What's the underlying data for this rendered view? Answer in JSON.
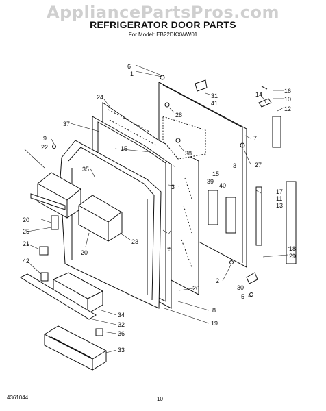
{
  "header": {
    "watermark": "AppliancePartsPros.com",
    "title": "REFRIGERATOR DOOR PARTS",
    "subtitle": "For Model: EB22DKXWW01"
  },
  "footer": {
    "doc_number": "4361044",
    "page_number": "10"
  },
  "callouts": [
    {
      "id": "c6",
      "text": "6"
    },
    {
      "id": "c1",
      "text": "1"
    },
    {
      "id": "c31",
      "text": "31"
    },
    {
      "id": "c41",
      "text": "41"
    },
    {
      "id": "c14",
      "text": "14"
    },
    {
      "id": "c16",
      "text": "16"
    },
    {
      "id": "c10",
      "text": "10"
    },
    {
      "id": "c12",
      "text": "12"
    },
    {
      "id": "c24",
      "text": "24"
    },
    {
      "id": "c28",
      "text": "28"
    },
    {
      "id": "c37",
      "text": "37"
    },
    {
      "id": "c7",
      "text": "7"
    },
    {
      "id": "c9",
      "text": "9"
    },
    {
      "id": "c22",
      "text": "22"
    },
    {
      "id": "c15a",
      "text": "15"
    },
    {
      "id": "c38",
      "text": "38"
    },
    {
      "id": "c35",
      "text": "35"
    },
    {
      "id": "c3a",
      "text": "3"
    },
    {
      "id": "c3b",
      "text": "3"
    },
    {
      "id": "c39",
      "text": "39"
    },
    {
      "id": "c15b",
      "text": "15"
    },
    {
      "id": "c40",
      "text": "40"
    },
    {
      "id": "c27",
      "text": "27"
    },
    {
      "id": "c17",
      "text": "17"
    },
    {
      "id": "c11",
      "text": "11"
    },
    {
      "id": "c13",
      "text": "13"
    },
    {
      "id": "c20a",
      "text": "20"
    },
    {
      "id": "c25",
      "text": "25"
    },
    {
      "id": "c21",
      "text": "21"
    },
    {
      "id": "c20b",
      "text": "20"
    },
    {
      "id": "c23",
      "text": "23"
    },
    {
      "id": "c4",
      "text": "4"
    },
    {
      "id": "c5a",
      "text": "5"
    },
    {
      "id": "c42",
      "text": "42"
    },
    {
      "id": "c18",
      "text": "18"
    },
    {
      "id": "c29",
      "text": "29"
    },
    {
      "id": "c2",
      "text": "2"
    },
    {
      "id": "c30",
      "text": "30"
    },
    {
      "id": "c5b",
      "text": "5"
    },
    {
      "id": "c26",
      "text": "26"
    },
    {
      "id": "c8",
      "text": "8"
    },
    {
      "id": "c34",
      "text": "34"
    },
    {
      "id": "c32",
      "text": "32"
    },
    {
      "id": "c19",
      "text": "19"
    },
    {
      "id": "c36",
      "text": "36"
    },
    {
      "id": "c33",
      "text": "33"
    }
  ]
}
